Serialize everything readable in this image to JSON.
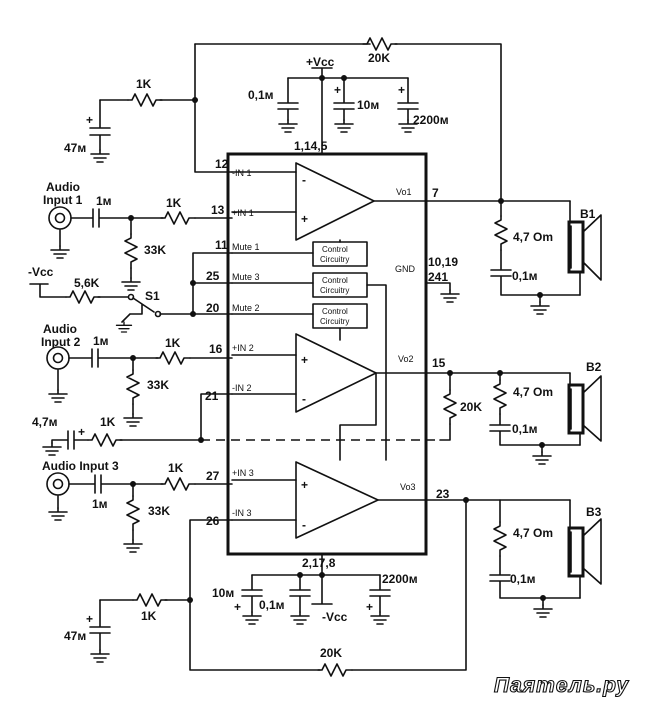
{
  "supply": {
    "vcc_top": "+Vcc",
    "vcc_bottom": "-Vcc",
    "vcc_left": "-Vcc"
  },
  "ic": {
    "pins_top": "1,14,5",
    "pins_bottom": "2,17,8",
    "gnd_label": "GND",
    "gnd_pins_a": "10,19",
    "gnd_pins_b": "241",
    "pin12": "12",
    "pin13": "13",
    "pin11": "11",
    "pin25": "25",
    "pin20": "20",
    "pin16": "16",
    "pin21": "21",
    "pin27": "27",
    "pin26": "26",
    "pin7": "7",
    "pin15": "15",
    "pin23": "23",
    "in1_neg": "-IN 1",
    "in1_pos": "+IN 1",
    "mute1": "Mute 1",
    "mute3": "Mute 3",
    "mute2": "Mute 2",
    "in2_pos": "+IN 2",
    "in2_neg": "-IN 2",
    "in3_pos": "+IN 3",
    "in3_neg": "-IN 3",
    "vo1": "Vo1",
    "vo2": "Vo2",
    "vo3": "Vo3",
    "ctl_line1": "Control",
    "ctl_line2": "Circuitry"
  },
  "components": {
    "r_fb1": "20K",
    "r_fb3": "20K",
    "r_in1": "1K",
    "r_in2": "1K",
    "r_in3": "1K",
    "r_top_left": "1K",
    "r_bot_left": "1K",
    "r_sh1": "33K",
    "r_sh2": "33K",
    "r_sh3": "33K",
    "r_mute": "5,6K",
    "r_mid": "1K",
    "r_out2": "20K",
    "c_top_left": "47м",
    "c_bot_left": "47м",
    "c_in1": "1м",
    "c_in2": "1м",
    "c_in3": "1м",
    "c_mid": "4,7м",
    "c_top_a": "0,1м",
    "c_top_b": "10м",
    "c_top_c": "2200м",
    "c_bot_a": "10м",
    "c_bot_b": "0,1м",
    "c_bot_c": "2200м",
    "zobel_r1": "4,7 Om",
    "zobel_r2": "4,7 Om",
    "zobel_r3": "4,7 Om",
    "zobel_c1": "0,1м",
    "zobel_c2": "0,1м",
    "zobel_c3": "0,1м",
    "switch": "S1"
  },
  "inputs": {
    "in1_a": "Audio",
    "in1_b": "Input 1",
    "in2_a": "Audio",
    "in2_b": "Input 2",
    "in3": "Audio Input 3"
  },
  "speakers": {
    "b1": "B1",
    "b2": "B2",
    "b3": "B3"
  },
  "watermark": "Паяmель.ру",
  "icons": [
    "ground-icon",
    "capacitor-icon",
    "resistor-icon",
    "opamp-icon",
    "speaker-icon",
    "jack-icon",
    "switch-icon"
  ]
}
